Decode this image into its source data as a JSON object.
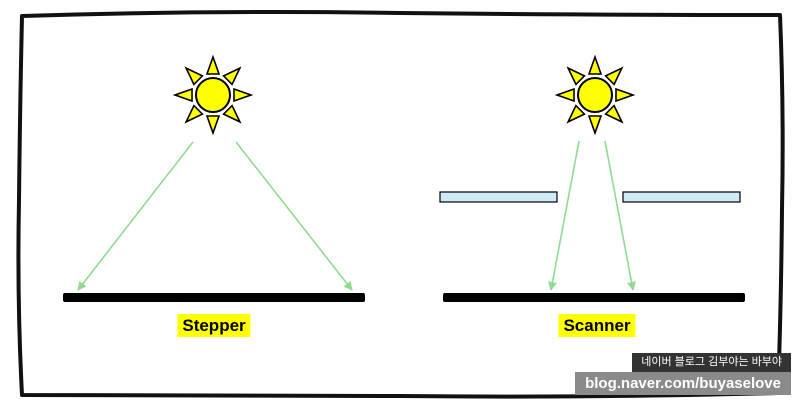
{
  "diagram": {
    "title_context": "Stepper vs Scanner exposure diagram",
    "left": {
      "label": "Stepper"
    },
    "right": {
      "label": "Scanner"
    }
  },
  "watermark": {
    "line1": "네이버 블로그 김부야는 바부야",
    "line2": "blog.naver.com/buyaselove"
  },
  "icons": {
    "sun": "sun-icon",
    "arrow": "light-ray-arrow"
  },
  "colors": {
    "sun_fill": "#ffff00",
    "sun_stroke": "#000000",
    "arrow_green": "#8fdc8f",
    "mask_fill": "#cfe9f5",
    "mask_stroke": "#000000",
    "wafer_black": "#000000",
    "label_highlight": "#ffff00",
    "frame_black": "#111111",
    "watermark_bg_dark": "#333333",
    "watermark_bg_gray": "#8a8a8a",
    "watermark_text": "#ffffff"
  }
}
